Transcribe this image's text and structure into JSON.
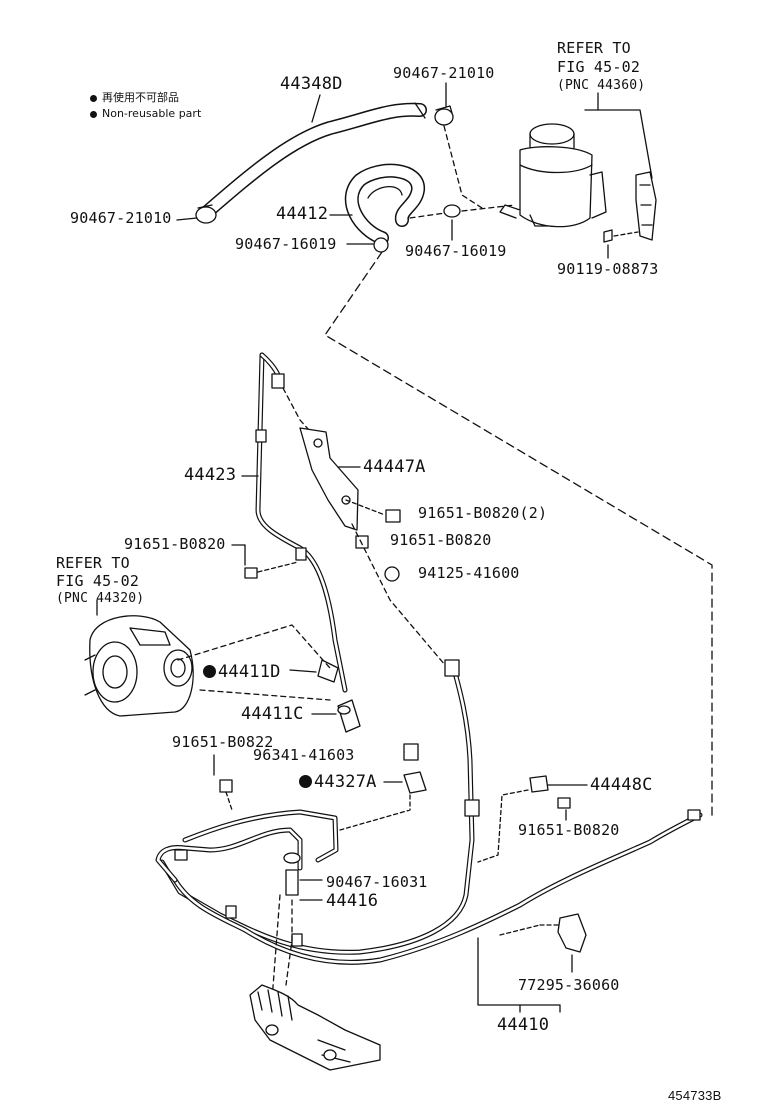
{
  "legend": [
    {
      "text": "再使用不可部品"
    },
    {
      "text": "Non-reusable part"
    }
  ],
  "refer_notes": [
    {
      "line1": "REFER TO",
      "line2": "FIG 45-02",
      "line3": "(PNC 44360)"
    },
    {
      "line1": "REFER TO",
      "line2": "FIG 45-02",
      "line3": "(PNC 44320)"
    }
  ],
  "parts": {
    "p44348D": "44348D",
    "p90467_21010_top": "90467-21010",
    "p90467_21010_left": "90467-21010",
    "p44412": "44412",
    "p90467_16019_left": "90467-16019",
    "p90467_16019_right": "90467-16019",
    "p90119_08873": "90119-08873",
    "p44423": "44423",
    "p44447A": "44447A",
    "p91651_B0820_2": "91651-B0820(2)",
    "p91651_B0820_mid": "91651-B0820",
    "p91651_B0820_left": "91651-B0820",
    "p94125_41600": "94125-41600",
    "p44411D": "44411D",
    "p44411C": "44411C",
    "p91651_B0822": "91651-B0822",
    "p96341_41603": "96341-41603",
    "p44327A": "44327A",
    "p44448C": "44448C",
    "p91651_B0820_right": "91651-B0820",
    "p90467_16031": "90467-16031",
    "p44416": "44416",
    "p77295_36060": "77295-36060",
    "p44410": "44410"
  },
  "figure_id": "454733B"
}
